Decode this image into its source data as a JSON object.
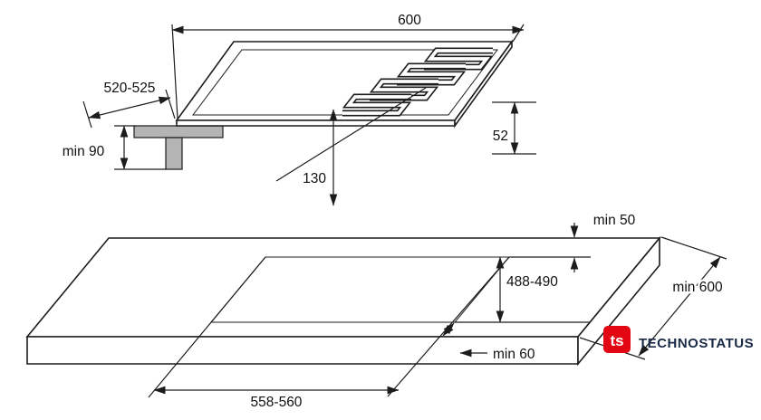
{
  "hob_view": {
    "width": "600",
    "depth": "520-525",
    "clearance_below": "min 90",
    "burner_offset": "130",
    "built_in_height": "52"
  },
  "worktop_view": {
    "rear_clearance": "min 50",
    "cutout_depth": "488-490",
    "worktop_depth": "min 600",
    "front_clearance": "min 60",
    "cutout_width": "558-560"
  },
  "logo": {
    "monogram": "ts",
    "wordmark": "TECHNOSTATUS"
  },
  "colors": {
    "line": "#1c1c1c",
    "bracket": "#b4b4b4",
    "brand_red": "#e30613",
    "brand_navy": "#1a2a47"
  }
}
